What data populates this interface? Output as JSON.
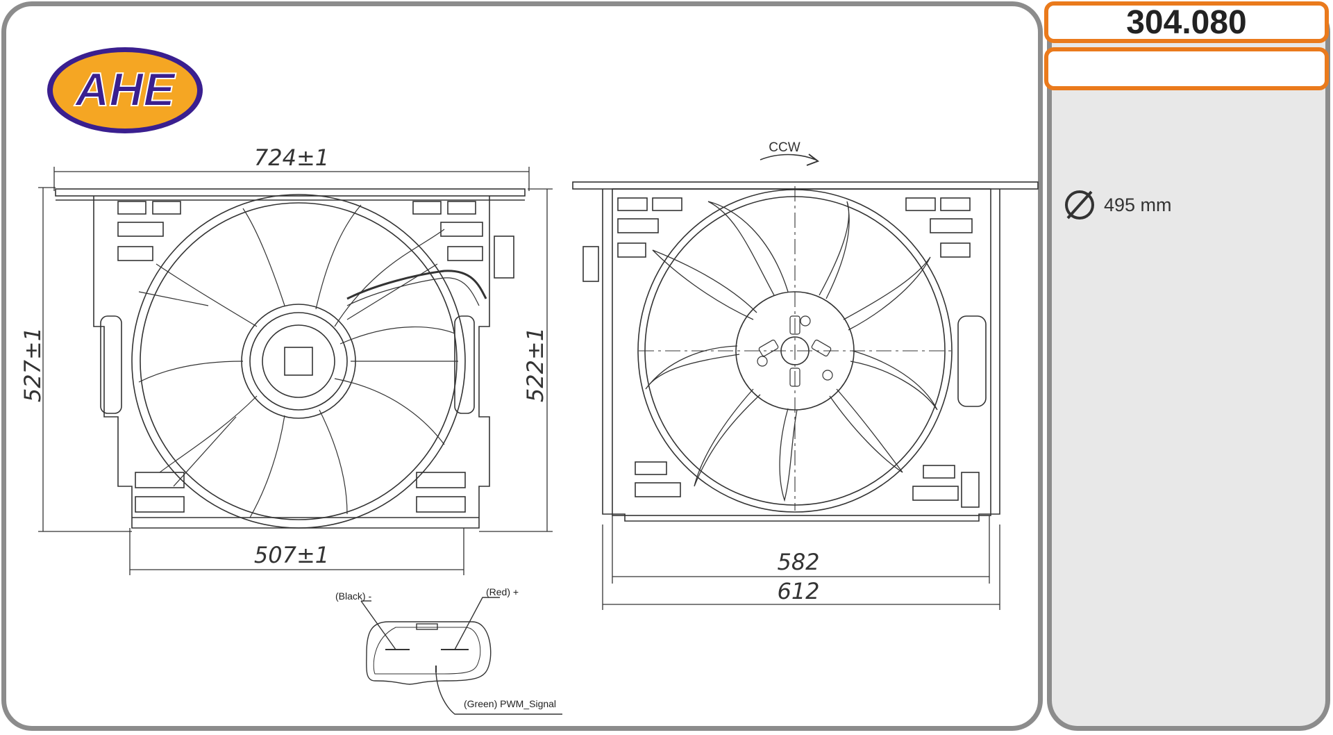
{
  "brand": {
    "name": "AHE"
  },
  "part": {
    "number": "304.080"
  },
  "specs": {
    "diameter": "495 mm"
  },
  "dimensions": {
    "width_overall": "724±1",
    "height_left": "527±1",
    "height_right": "522±1",
    "base_width": "507±1",
    "inner_width": "582",
    "outer_width": "612"
  },
  "rotation": "CCW",
  "connector": {
    "pin_black": "(Black) -",
    "pin_red": "(Red) +",
    "pin_signal": "(Green) PWM_Signal"
  },
  "colors": {
    "accent": "#ea7a1c",
    "frame": "#8c8c8c",
    "logo_fill": "#f5a623",
    "logo_text": "#3a1f8f"
  }
}
